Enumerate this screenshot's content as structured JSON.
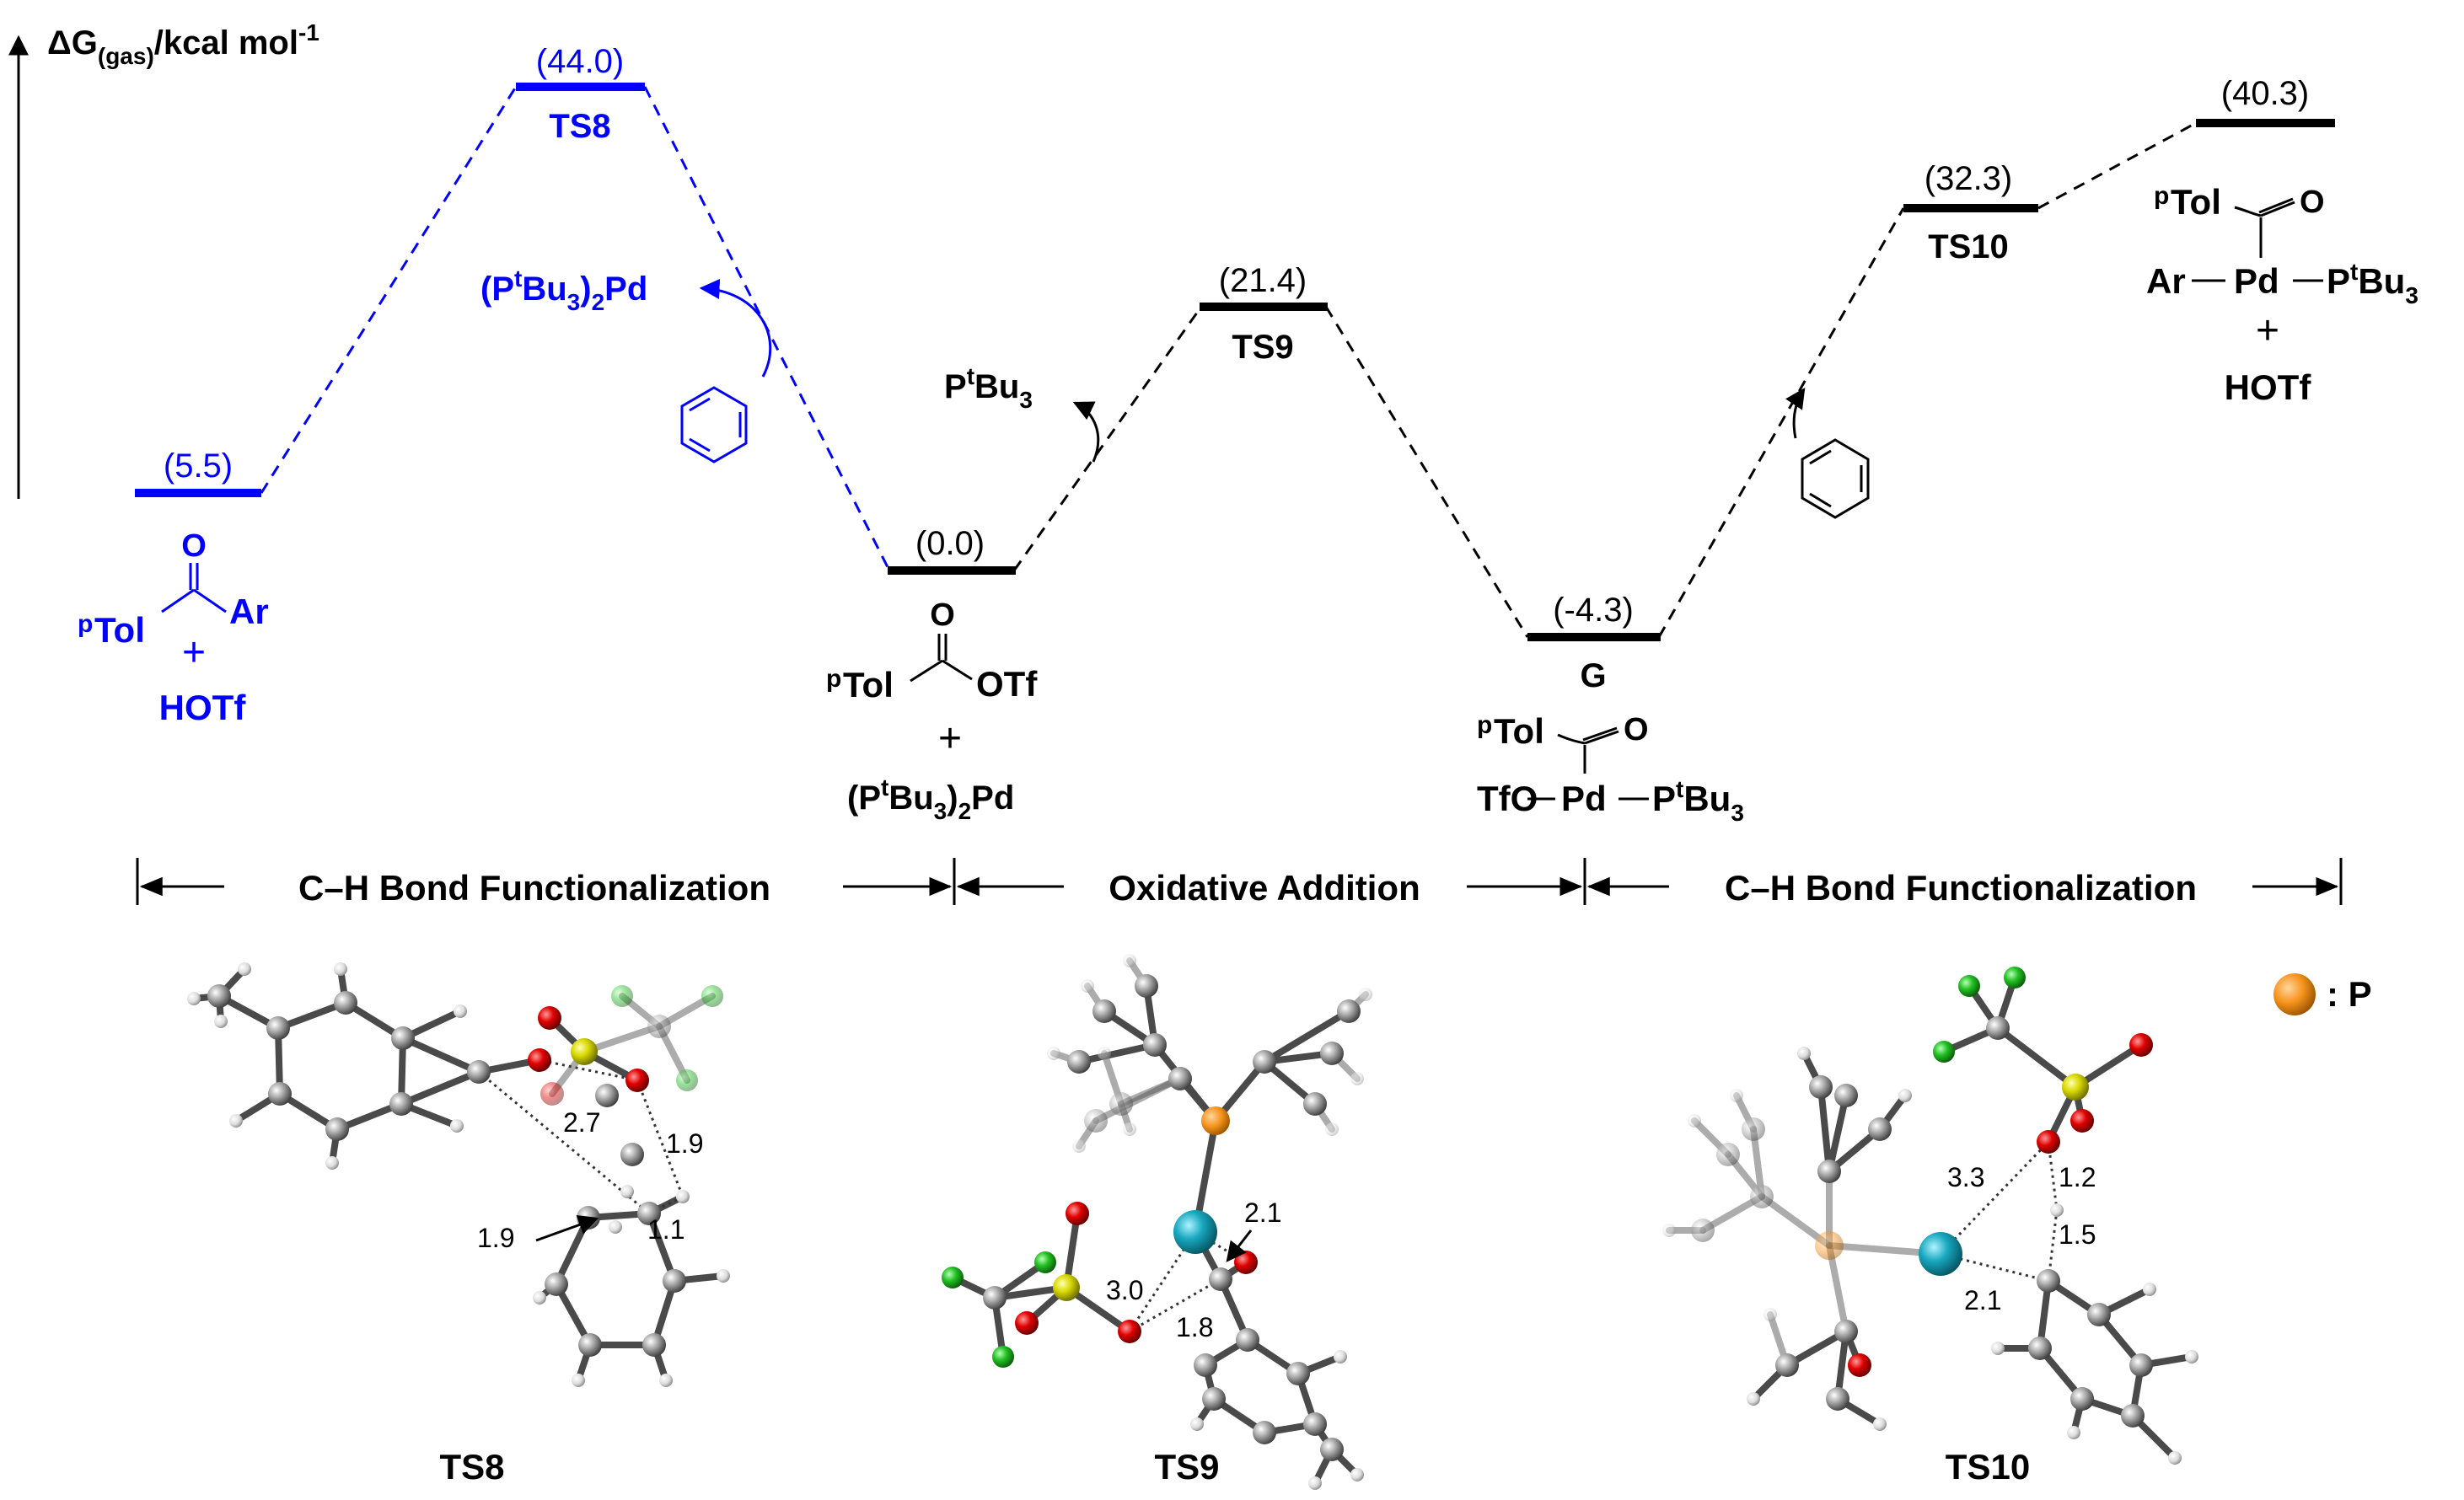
{
  "axis": {
    "delta": "ΔG",
    "sub": "(gas)",
    "unit": "/kcal mol",
    "sup": "-1"
  },
  "levels": {
    "start": "(5.5)",
    "ts8": "(44.0)",
    "int0": "(0.0)",
    "ts9": "(21.4)",
    "g": "(-4.3)",
    "ts10": "(32.3)",
    "end": "(40.3)"
  },
  "names": {
    "ts8": "TS8",
    "ts9": "TS9",
    "g": "G",
    "ts10": "TS10"
  },
  "chem": {
    "ptol_p": "p",
    "ptol": "Tol",
    "ar": "Ar",
    "o": "O",
    "plus": "+",
    "hotf": "HOTf",
    "otf": "OTf",
    "tfo": "TfO",
    "pd": "Pd",
    "p": "P",
    "t": "t",
    "bu": "Bu",
    "three": "3",
    "two": "2",
    "open": "(",
    "close": ")",
    "dash": "–"
  },
  "sections": [
    "C–H Bond Functionalization",
    "Oxidative Addition",
    "C–H Bond Functionalization"
  ],
  "structures": {
    "labels": [
      "TS8",
      "TS9",
      "TS10"
    ],
    "ts8_distances": [
      "2.7",
      "1.9",
      "1.9",
      "1.1"
    ],
    "ts9_distances": [
      "2.1",
      "3.0",
      "1.8"
    ],
    "ts10_distances": [
      "3.3",
      "1.2",
      "1.5",
      "2.1"
    ]
  },
  "legend": {
    "label": ": P",
    "color": "#f7941d"
  },
  "colors": {
    "blue": "#0000ff",
    "black": "#000000",
    "carbon": "#8c8c8c",
    "oxygen": "#d40000",
    "sulfur": "#d8d800",
    "fluorine": "#2ec92e",
    "palladium": "#1aa8c0",
    "hydrogen": "#e8e8e8"
  }
}
